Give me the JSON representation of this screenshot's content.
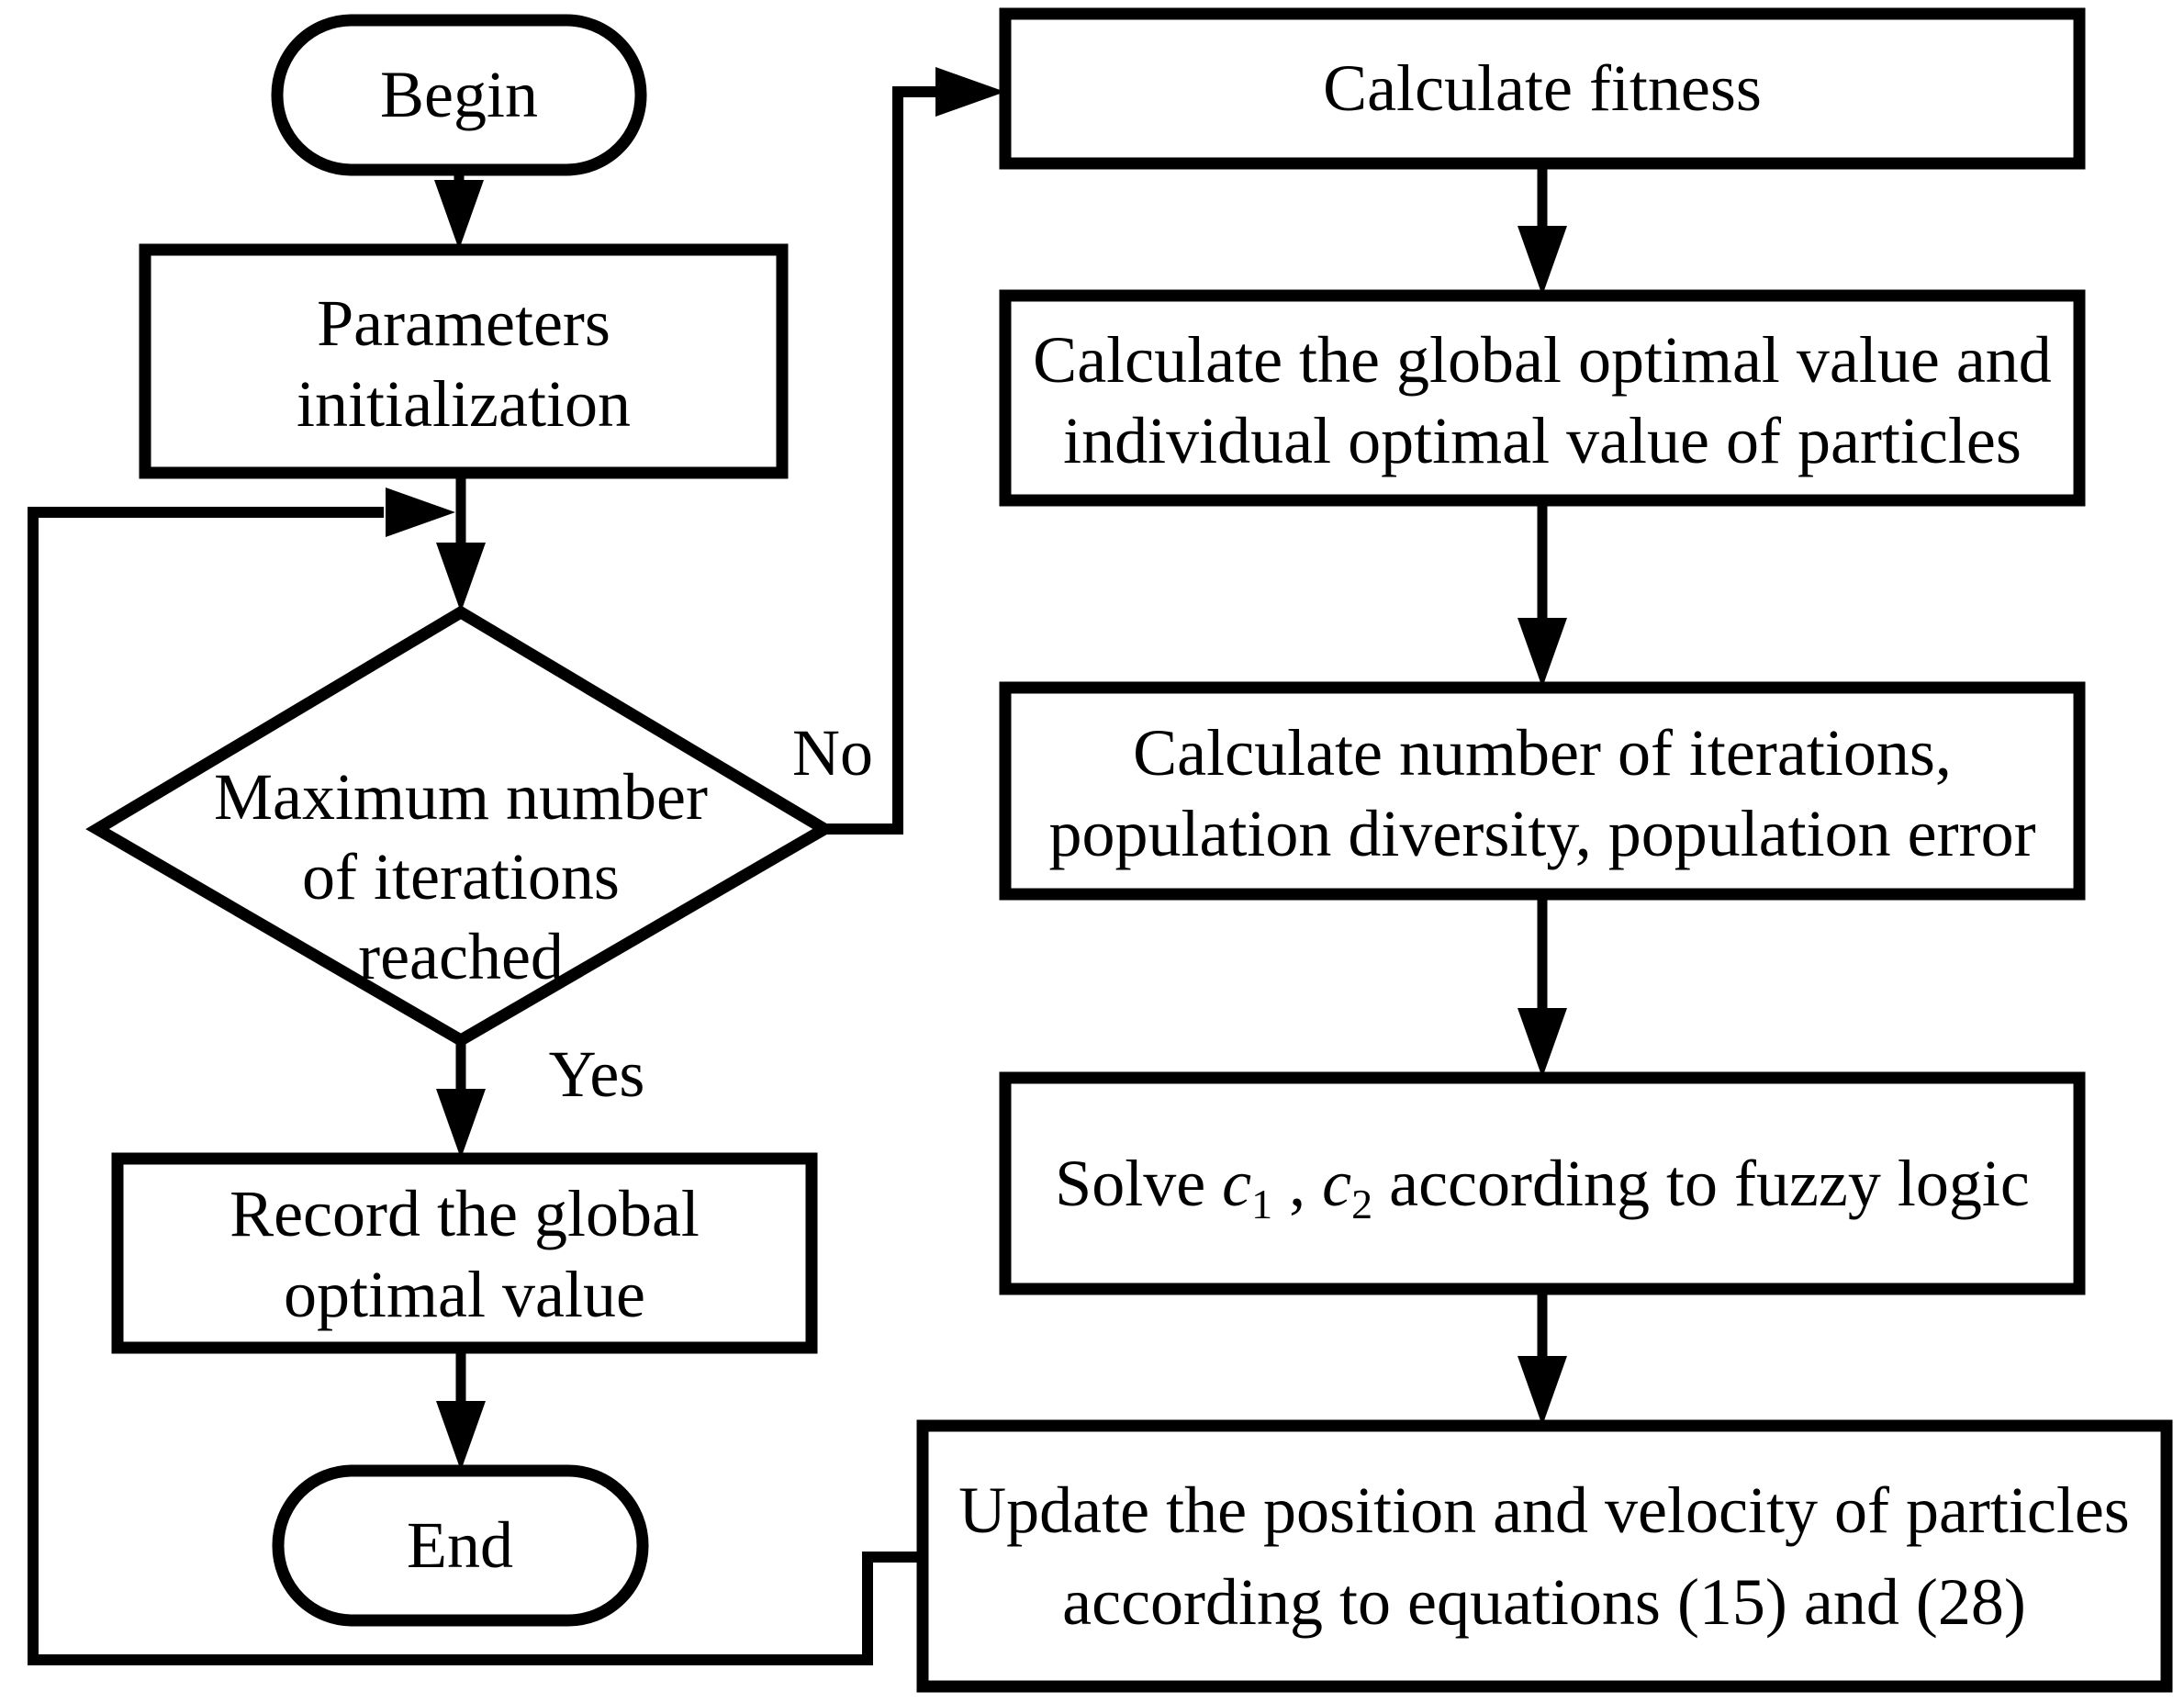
{
  "diagram": {
    "background_color": "#ffffff",
    "line_color": "#000000",
    "nodes": {
      "begin": {
        "type": "terminator",
        "label": "Begin"
      },
      "params_init": {
        "type": "process",
        "lines": [
          "Parameters",
          "initialization"
        ]
      },
      "max_iter_decision": {
        "type": "decision",
        "lines": [
          "Maximum number",
          "of iterations",
          "reached"
        ]
      },
      "record_global": {
        "type": "process",
        "lines": [
          "Record the global",
          "optimal value"
        ]
      },
      "end": {
        "type": "terminator",
        "label": "End"
      },
      "calc_fitness": {
        "type": "process",
        "label": "Calculate fitness"
      },
      "calc_optimal": {
        "type": "process",
        "lines": [
          "Calculate the global optimal value and",
          "individual optimal value of particles"
        ]
      },
      "calc_iterations": {
        "type": "process",
        "lines": [
          "Calculate number of iterations,",
          "population diversity, population error"
        ]
      },
      "solve_c1c2": {
        "type": "process",
        "parts": {
          "prefix": "Solve ",
          "c1_base": "c",
          "c1_sub": "1",
          "separator": " , ",
          "c2_base": "c",
          "c2_sub": "2",
          "suffix": " according to fuzzy logic"
        }
      },
      "update_particles": {
        "type": "process",
        "lines": [
          "Update the position and velocity of particles",
          "according to equations (15) and (28)"
        ]
      }
    },
    "edge_labels": {
      "yes": "Yes",
      "no": "No"
    }
  }
}
